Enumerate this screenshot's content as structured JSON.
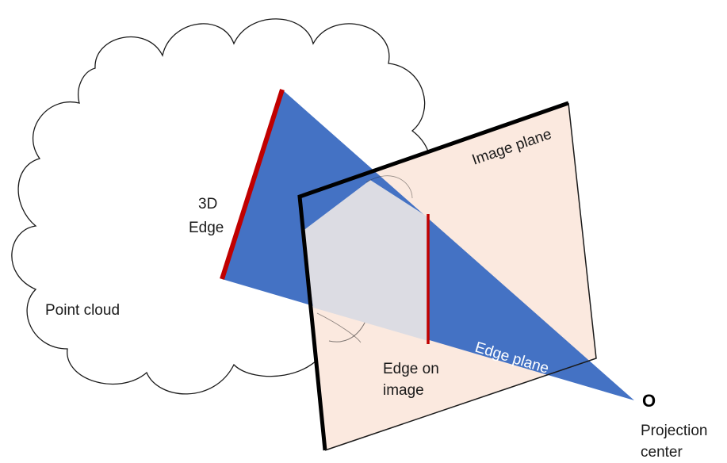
{
  "labels": {
    "point_cloud": "Point cloud",
    "edge_3d_line1": "3D",
    "edge_3d_line2": "Edge",
    "image_plane": "Image plane",
    "edge_on_image_line1": "Edge on",
    "edge_on_image_line2": "image",
    "edge_plane": "Edge plane",
    "origin": "O",
    "projection_line1": "Projection",
    "projection_line2": "center"
  },
  "colors": {
    "edge_plane_fill": "#4472c4",
    "image_plane_fill": "#fbe9df",
    "overlap_fill": "#dcdce3",
    "edge_red": "#c00000",
    "frame_black": "#000000"
  }
}
